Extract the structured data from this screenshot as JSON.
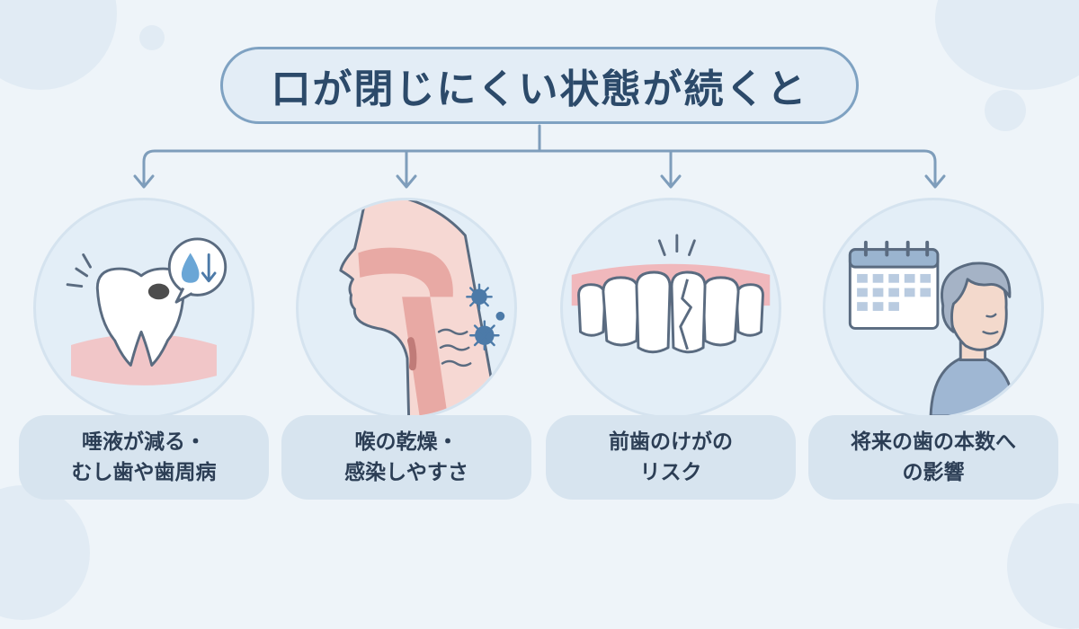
{
  "title": "口が閉じにくい状態が続くと",
  "items": [
    {
      "line1": "唾液が減る・",
      "line2": "むし歯や歯周病",
      "icon": "tooth-decay-saliva-icon"
    },
    {
      "line1": "喉の乾燥・",
      "line2": "感染しやすさ",
      "icon": "throat-infection-icon"
    },
    {
      "line1": "前歯のけがの",
      "line2": "リスク",
      "icon": "cracked-front-tooth-icon"
    },
    {
      "line1": "将来の歯の本数へ",
      "line2": "の影響",
      "icon": "calendar-elderly-person-icon"
    }
  ],
  "colors": {
    "background": "#eef4f9",
    "title_border": "#7fa2c2",
    "connector": "#7e9dbb",
    "label_box": "#d7e4ef",
    "text": "#2c3e55"
  }
}
